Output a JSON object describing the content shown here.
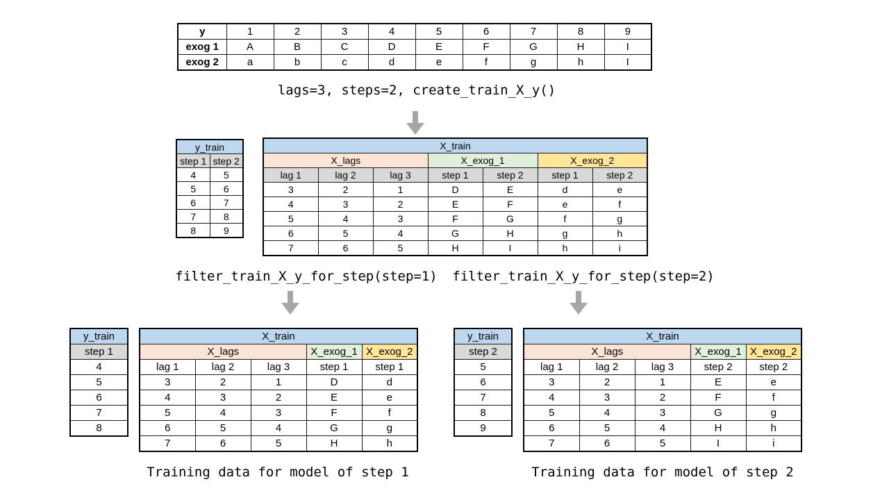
{
  "colors": {
    "header_blue": "#BDD7EE",
    "lags_peach": "#FCE4D6",
    "exog1_green": "#E2EFDA",
    "exog2_yellow": "#FFE699",
    "subheader_gray": "#D9D9D9",
    "arrow_gray": "#A6A6A6"
  },
  "input_table": {
    "row_labels": [
      "y",
      "exog 1",
      "exog 2"
    ],
    "rows": [
      [
        "1",
        "2",
        "3",
        "4",
        "5",
        "6",
        "7",
        "8",
        "9"
      ],
      [
        "A",
        "B",
        "C",
        "D",
        "E",
        "F",
        "G",
        "H",
        "I"
      ],
      [
        "a",
        "b",
        "c",
        "d",
        "e",
        "f",
        "g",
        "h",
        "I"
      ]
    ]
  },
  "labels": {
    "create_call": "lags=3, steps=2, create_train_X_y()",
    "filter_step1_call": "filter_train_X_y_for_step(step=1)",
    "filter_step2_call": "filter_train_X_y_for_step(step=2)",
    "caption_step1": "Training data for model of step 1",
    "caption_step2": "Training data for model of step 2"
  },
  "mid": {
    "y_train": {
      "title": "y_train",
      "cols": [
        "step 1",
        "step 2"
      ],
      "rows": [
        [
          "4",
          "5"
        ],
        [
          "5",
          "6"
        ],
        [
          "6",
          "7"
        ],
        [
          "7",
          "8"
        ],
        [
          "8",
          "9"
        ]
      ]
    },
    "x_train": {
      "title": "X_train",
      "groups": [
        "X_lags",
        "X_exog_1",
        "X_exog_2"
      ],
      "cols": [
        "lag 1",
        "lag 2",
        "lag 3",
        "step 1",
        "step 2",
        "step 1",
        "step 2"
      ],
      "rows": [
        [
          "3",
          "2",
          "1",
          "D",
          "E",
          "d",
          "e"
        ],
        [
          "4",
          "3",
          "2",
          "E",
          "F",
          "e",
          "f"
        ],
        [
          "5",
          "4",
          "3",
          "F",
          "G",
          "f",
          "g"
        ],
        [
          "6",
          "5",
          "4",
          "G",
          "H",
          "g",
          "h"
        ],
        [
          "7",
          "6",
          "5",
          "H",
          "I",
          "h",
          "i"
        ]
      ]
    }
  },
  "step1": {
    "y_train": {
      "title": "y_train",
      "cols": [
        "step 1"
      ],
      "rows": [
        [
          "4"
        ],
        [
          "5"
        ],
        [
          "6"
        ],
        [
          "7"
        ],
        [
          "8"
        ]
      ]
    },
    "x_train": {
      "title": "X_train",
      "groups": [
        "X_lags",
        "X_exog_1",
        "X_exog_2"
      ],
      "cols": [
        "lag 1",
        "lag 2",
        "lag 3",
        "step 1",
        "step 1"
      ],
      "rows": [
        [
          "3",
          "2",
          "1",
          "D",
          "d"
        ],
        [
          "4",
          "3",
          "2",
          "E",
          "e"
        ],
        [
          "5",
          "4",
          "3",
          "F",
          "f"
        ],
        [
          "6",
          "5",
          "4",
          "G",
          "g"
        ],
        [
          "7",
          "6",
          "5",
          "H",
          "h"
        ]
      ]
    }
  },
  "step2": {
    "y_train": {
      "title": "y_train",
      "cols": [
        "step 2"
      ],
      "rows": [
        [
          "5"
        ],
        [
          "6"
        ],
        [
          "7"
        ],
        [
          "8"
        ],
        [
          "9"
        ]
      ]
    },
    "x_train": {
      "title": "X_train",
      "groups": [
        "X_lags",
        "X_exog_1",
        "X_exog_2"
      ],
      "cols": [
        "lag 1",
        "lag 2",
        "lag 3",
        "step 2",
        "step 2"
      ],
      "rows": [
        [
          "3",
          "2",
          "1",
          "E",
          "e"
        ],
        [
          "4",
          "3",
          "2",
          "F",
          "f"
        ],
        [
          "5",
          "4",
          "3",
          "G",
          "g"
        ],
        [
          "6",
          "5",
          "4",
          "H",
          "h"
        ],
        [
          "7",
          "6",
          "5",
          "I",
          "i"
        ]
      ]
    }
  }
}
